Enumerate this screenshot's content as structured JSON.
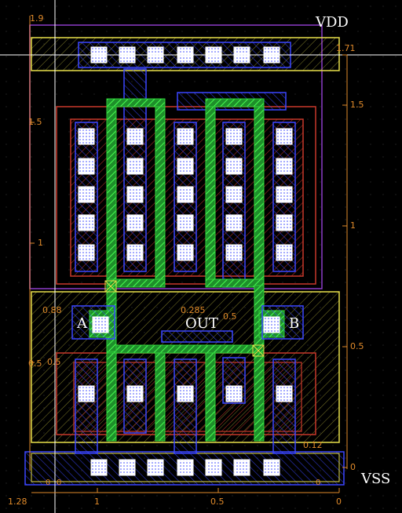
{
  "labels": {
    "vdd": "VDD",
    "vss": "VSS",
    "out": "OUT",
    "a": "A",
    "b": "B"
  },
  "rulers": {
    "top_left": "1.9",
    "top_right": "1.71",
    "left_mid": "1.5",
    "left_one": "1",
    "left_half_a": "0.5",
    "left_half_b": "0.5",
    "x_left": "1.28",
    "x_one": "1",
    "x_half": "0.5",
    "x_zero": "0",
    "y_zero_a": "0",
    "y_zero_b": "0",
    "y_zero_c": "0",
    "right_1_5": "1.5",
    "right_1": "1",
    "right_0_5": "0.5",
    "right_0": "0",
    "in_088": "0.88",
    "in_0285": "0.285",
    "in_05": "0.5",
    "in_012": "0.12"
  },
  "colors": {
    "background": "#000000",
    "metal_blue": "#1f2ad8",
    "poly_green": "#2fd23a",
    "active_red": "#c8382a",
    "nwell_purple": "#8c3cc8",
    "rail_yellow": "#e8e04a",
    "contact_white": "#ffffff",
    "ruler_orange": "#e08a2a"
  }
}
